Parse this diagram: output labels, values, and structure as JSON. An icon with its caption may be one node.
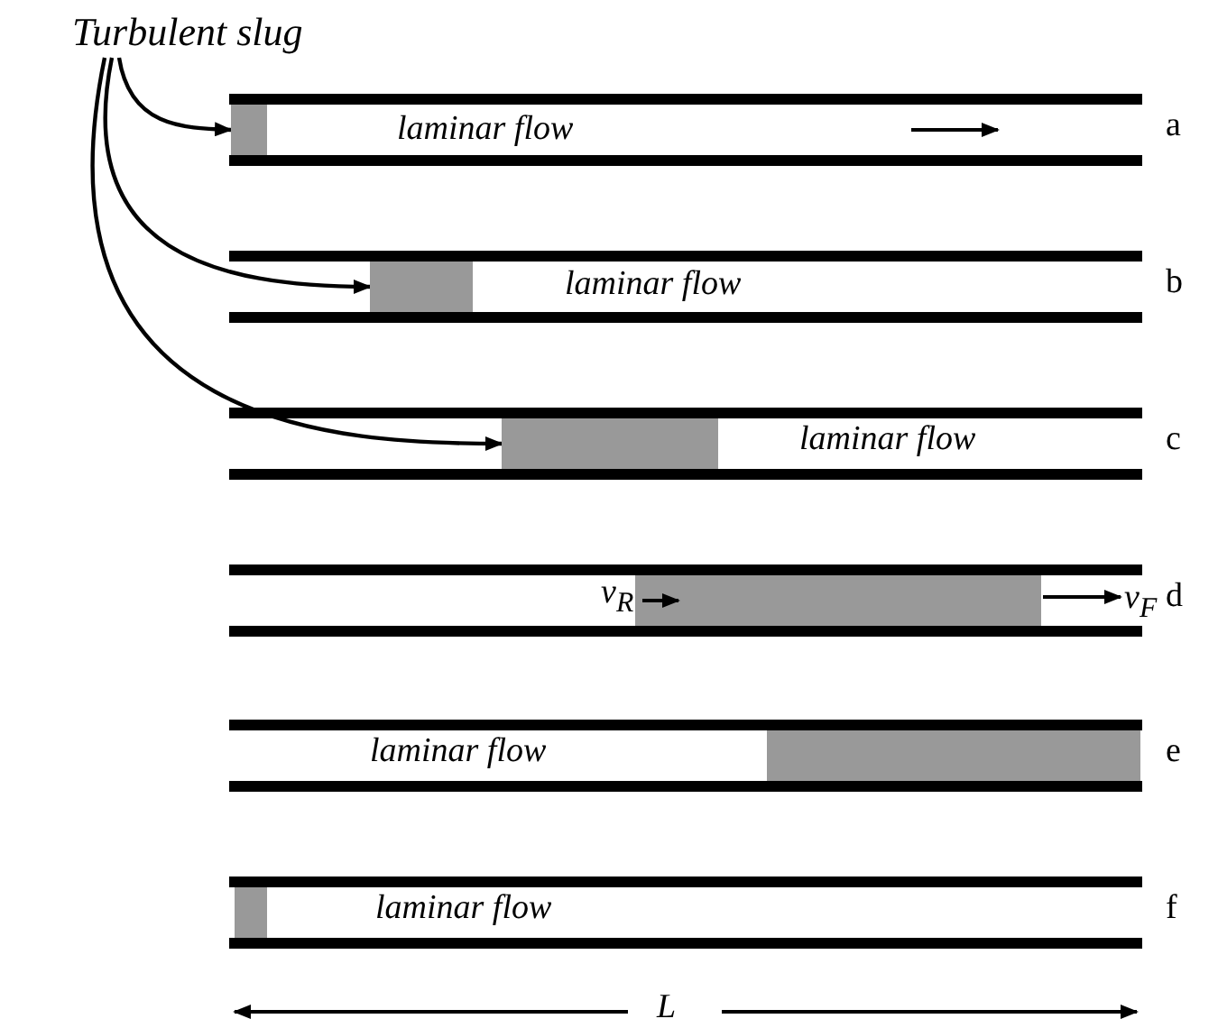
{
  "diagram": {
    "nodes": [
      {
        "text": [
          "Turbulent slug"
        ]
      },
      {
        "text": [],
        "shape": "box"
      },
      {
        "text": [],
        "shape": "box"
      },
      {
        "text": [],
        "shape": "box"
      },
      {
        "text": [],
        "shape": "box"
      },
      {
        "text": [],
        "shape": "box"
      },
      {
        "text": [],
        "shape": "box"
      }
    ],
    "edges": [
      {
        "from": 0,
        "to": 1,
        "arrow": "to"
      },
      {
        "from": 0,
        "to": 2,
        "arrow": "to"
      },
      {
        "from": 0,
        "to": 3,
        "arrow": "to"
      }
    ],
    "labels": [
      "laminar flow",
      "a",
      "laminar flow",
      "b",
      "laminar flow",
      "c",
      "v$_{R}$",
      "v$_{F}$",
      "d",
      "laminar flow",
      "e",
      "laminar flow",
      "f",
      "L"
    ]
  }
}
